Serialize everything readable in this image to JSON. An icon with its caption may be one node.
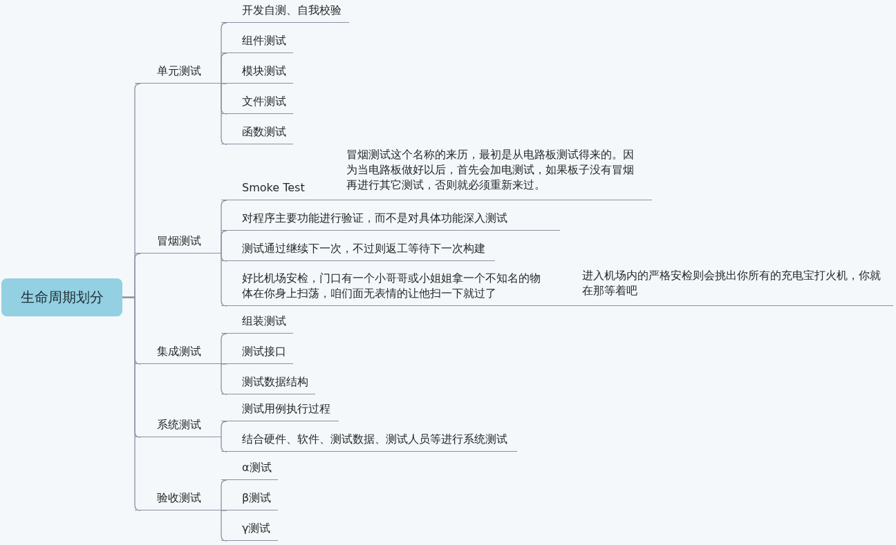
{
  "diagram": {
    "nodes": [
      {
        "text": [
          "生命周期划分"
        ]
      },
      {
        "text": [
          "单元测试"
        ]
      },
      {
        "text": [
          "开发自测、自我校验"
        ]
      },
      {
        "text": [
          "组件测试"
        ]
      },
      {
        "text": [
          "模块测试"
        ]
      },
      {
        "text": [
          "文件测试"
        ]
      },
      {
        "text": [
          "函数测试"
        ]
      },
      {
        "text": [
          "冒烟测试"
        ]
      },
      {
        "text": [
          "Smoke Test",
          "冒烟测试这个名称的来历，最初是从电路板测试得来的。因为当电路板做好以后，首先会加电测试，如果板子没有冒烟再进行其它测试，否则就必须重新来过。"
        ]
      },
      {
        "text": [
          "对程序主要功能进行验证，而不是对具体功能深入测试"
        ]
      },
      {
        "text": [
          "测试通过继续下一次，不过则返工等待下一次构建"
        ]
      },
      {
        "text": [
          "好比机场安检，门口有一个小哥哥或小姐姐拿一个不知名的物体在你身上扫荡，咱们面无表情的让他扫一下就过了",
          "进入机场内的严格安检则会挑出你所有的充电宝打火机，你就在那等着吧"
        ]
      },
      {
        "text": [
          "集成测试"
        ]
      },
      {
        "text": [
          "组装测试"
        ]
      },
      {
        "text": [
          "测试接口"
        ]
      },
      {
        "text": [
          "测试数据结构"
        ]
      },
      {
        "text": [
          "系统测试"
        ]
      },
      {
        "text": [
          "测试用例执行过程"
        ]
      },
      {
        "text": [
          "结合硬件、软件、测试数据、测试人员等进行系统测试"
        ]
      },
      {
        "text": [
          "验收测试"
        ]
      },
      {
        "text": [
          "α测试"
        ]
      },
      {
        "text": [
          "β测试"
        ]
      },
      {
        "text": [
          "γ测试"
        ]
      }
    ],
    "edges": [
      {
        "from": 0,
        "to": 1,
        "arrow": "none"
      },
      {
        "from": 0,
        "to": 7,
        "arrow": "none"
      },
      {
        "from": 0,
        "to": 12,
        "arrow": "none"
      },
      {
        "from": 0,
        "to": 16,
        "arrow": "none"
      },
      {
        "from": 0,
        "to": 19,
        "arrow": "none"
      },
      {
        "from": 1,
        "to": 2,
        "arrow": "none"
      },
      {
        "from": 1,
        "to": 3,
        "arrow": "none"
      },
      {
        "from": 1,
        "to": 4,
        "arrow": "none"
      },
      {
        "from": 1,
        "to": 5,
        "arrow": "none"
      },
      {
        "from": 1,
        "to": 6,
        "arrow": "none"
      },
      {
        "from": 7,
        "to": 8,
        "arrow": "none"
      },
      {
        "from": 7,
        "to": 9,
        "arrow": "none"
      },
      {
        "from": 7,
        "to": 10,
        "arrow": "none"
      },
      {
        "from": 7,
        "to": 11,
        "arrow": "none"
      },
      {
        "from": 12,
        "to": 13,
        "arrow": "none"
      },
      {
        "from": 12,
        "to": 14,
        "arrow": "none"
      },
      {
        "from": 12,
        "to": 15,
        "arrow": "none"
      },
      {
        "from": 16,
        "to": 17,
        "arrow": "none"
      },
      {
        "from": 16,
        "to": 18,
        "arrow": "none"
      },
      {
        "from": 19,
        "to": 20,
        "arrow": "none"
      },
      {
        "from": 19,
        "to": 21,
        "arrow": "none"
      },
      {
        "from": 19,
        "to": 22,
        "arrow": "none"
      }
    ]
  }
}
